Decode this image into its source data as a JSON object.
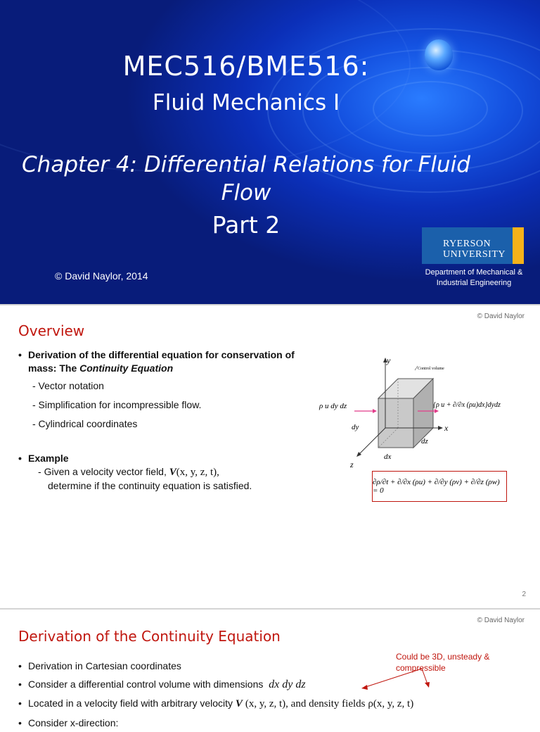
{
  "slide1": {
    "course": "MEC516/BME516:",
    "subtitle": "Fluid Mechanics I",
    "chapter": "Chapter 4: Differential Relations for Fluid Flow",
    "part": "Part 2",
    "copyright": "© David Naylor, 2014",
    "logo_line1": "RYERSON",
    "logo_line2": "UNIVERSITY",
    "department": "Department of Mechanical & Industrial Engineering",
    "colors": {
      "background": "#0b2fb8",
      "logo_blue": "#1b60ab",
      "logo_gold": "#f6b21a"
    }
  },
  "slide2": {
    "copyright": "© David Naylor",
    "title": "Overview",
    "bullet1_bold": "Derivation of the differential equation for conservation of mass: The",
    "bullet1_italic": "Continuity Equation",
    "subitems": [
      "- Vector notation",
      "- Simplification for incompressible flow.",
      "- Cylindrical coordinates"
    ],
    "bullet2": "Example",
    "example_pre": "Given a velocity vector field,",
    "example_V": "V",
    "example_args": "(x, y, z, t),",
    "example_line2": "determine if the continuity equation is satisfied.",
    "diagram": {
      "axis_y": "y",
      "axis_x": "x",
      "axis_z": "z",
      "control_volume_label": "Control volume",
      "inflow": "ρ u dy dz",
      "outflow": "{ρ u + ∂/∂x (ρu)dx}dydz",
      "dy": "dy",
      "dz": "dz",
      "dx": "dx"
    },
    "equation": "∂ρ/∂t + ∂/∂x (ρu) + ∂/∂y (ρv) + ∂/∂z (ρw) = 0",
    "slide_number": "2",
    "colors": {
      "title": "#c0160e",
      "eq_border": "#c0160e"
    }
  },
  "slide3": {
    "copyright": "© David Naylor",
    "title": "Derivation of the Continuity Equation",
    "callout": "Could be 3D, unsteady & compressible",
    "b1": "Derivation in Cartesian coordinates",
    "b2_pre": "Consider a differential control volume with dimensions",
    "b2_math": "dx dy dz",
    "b3_pre": "Located in a velocity field with arbitrary velocity",
    "b3_V": "V",
    "b3_args": "(x, y, z, t), and density fields",
    "b3_rho": "ρ(x, y, z, t)",
    "b4": "Consider x-direction:"
  }
}
